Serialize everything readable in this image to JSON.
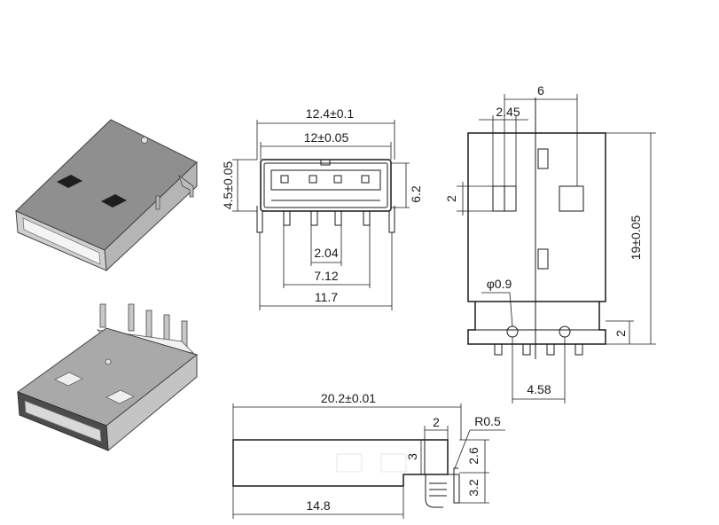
{
  "front_view": {
    "overall_width": "12.4±0.1",
    "inner_width": "12±0.05",
    "height": "4.5±0.05",
    "inner_height": "6.2",
    "pin_pitch": "2.04",
    "pin_span": "7.12",
    "leg_span": "11.7"
  },
  "side_view": {
    "top_offset": "6",
    "window_width": "2.45",
    "window_height": "2",
    "hole_diameter": "φ0.9",
    "length": "19±0.05",
    "bottom_offset": "2",
    "pin_spacing": "4.58"
  },
  "bottom_view": {
    "length": "20.2±0.01",
    "step_width": "2",
    "radius": "R0.5",
    "step_height": "3",
    "upper_dim": "2.6",
    "lower_dim": "3.2",
    "base_length": "14.8"
  },
  "colors": {
    "line": "#1a1a1a",
    "metal_light": "#d9d9d9",
    "metal_dark": "#6e6e6e"
  },
  "icons": [
    "usb-connector-photo-top",
    "usb-connector-photo-bottom"
  ]
}
